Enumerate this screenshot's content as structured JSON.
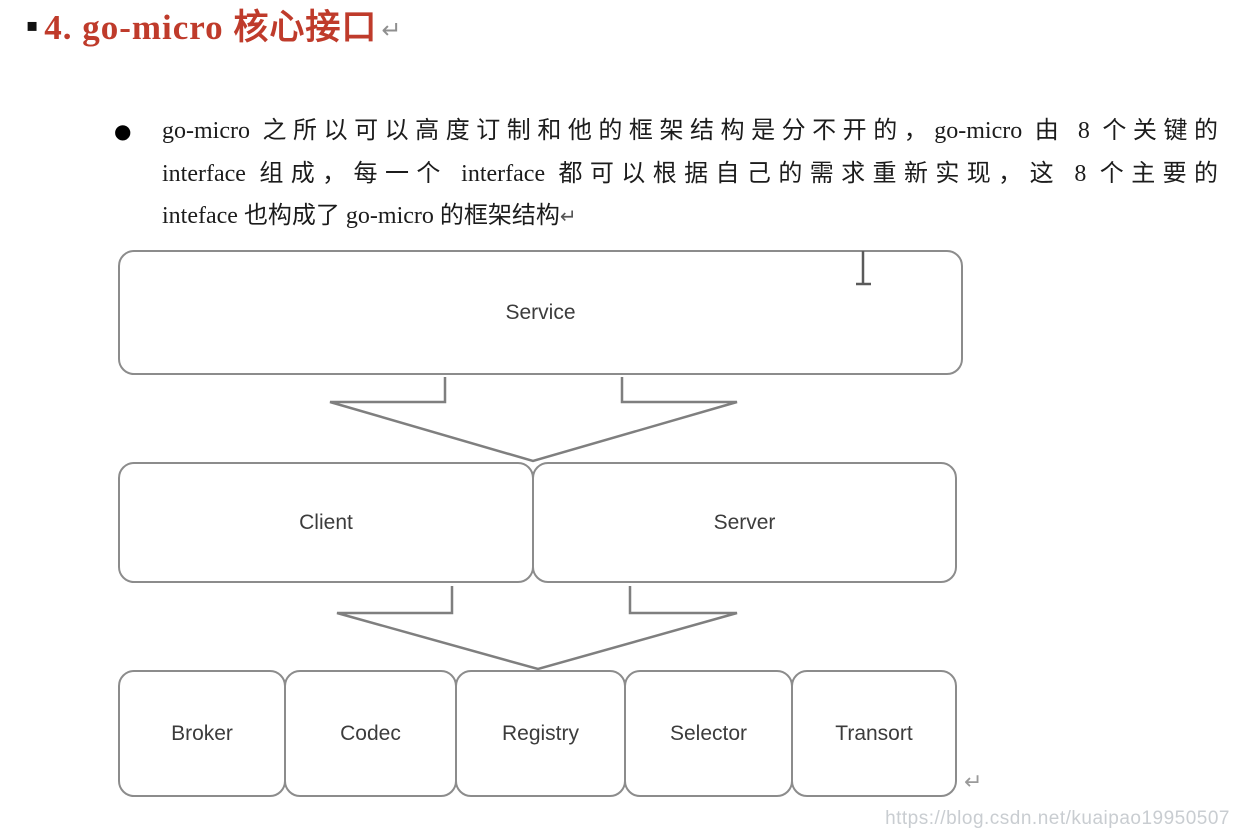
{
  "heading": {
    "bullet_square": "▪",
    "text": "4.  go-micro 核心接口",
    "return_mark": "↵"
  },
  "paragraph": {
    "bullet": "●",
    "lines": [
      "go-micro 之所以可以高度订制和他的框架结构是分不开的，go-micro 由 8 个关键的",
      "interface 组成，每一个 interface 都可以根据自己的需求重新实现，这 8 个主要的",
      "inteface 也构成了 go-micro 的框架结构"
    ],
    "return_mark": "↵"
  },
  "diagram": {
    "nodes": [
      {
        "id": "service",
        "label": "Service"
      },
      {
        "id": "client",
        "label": "Client"
      },
      {
        "id": "server",
        "label": "Server"
      },
      {
        "id": "broker",
        "label": "Broker"
      },
      {
        "id": "codec",
        "label": "Codec"
      },
      {
        "id": "registry",
        "label": "Registry"
      },
      {
        "id": "selector",
        "label": "Selector"
      },
      {
        "id": "transort",
        "label": "Transort"
      }
    ],
    "return_mark": "↵"
  },
  "watermark": {
    "text": "https://blog.csdn.net/kuaipao19950507"
  },
  "colors": {
    "heading_red": "#bf3b2b",
    "box_border": "#8c8c8c",
    "body_text": "#1c1c1c",
    "mark_gray": "#9a9a9a",
    "watermark_gray": "#c9cdd1"
  }
}
